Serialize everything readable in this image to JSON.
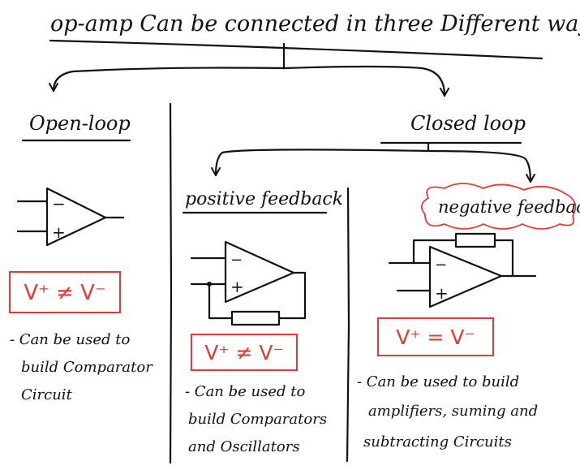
{
  "title": "op-amp Can be connected in three Different ways",
  "open_loop": {
    "heading": "Open-loop",
    "minus": "−",
    "plus": "+",
    "formula": "V⁺ ≠ V⁻",
    "notes": [
      "- Can be used to",
      "build Comparator",
      "Circuit"
    ]
  },
  "closed_loop": {
    "heading": "Closed loop"
  },
  "positive_feedback": {
    "heading": "positive feedback",
    "minus": "−",
    "plus": "+",
    "formula": "V⁺ ≠ V⁻",
    "notes": [
      "- Can be used to",
      "build Comparators",
      "and Oscillators"
    ]
  },
  "negative_feedback": {
    "heading": "negative feedback",
    "minus": "−",
    "plus": "+",
    "formula": "V⁺ = V⁻",
    "notes": [
      "- Can be used to build",
      "amplifiers, suming and",
      "subtracting Circuits"
    ]
  },
  "colors": {
    "ink": "#111111",
    "highlight": "#e53935"
  }
}
